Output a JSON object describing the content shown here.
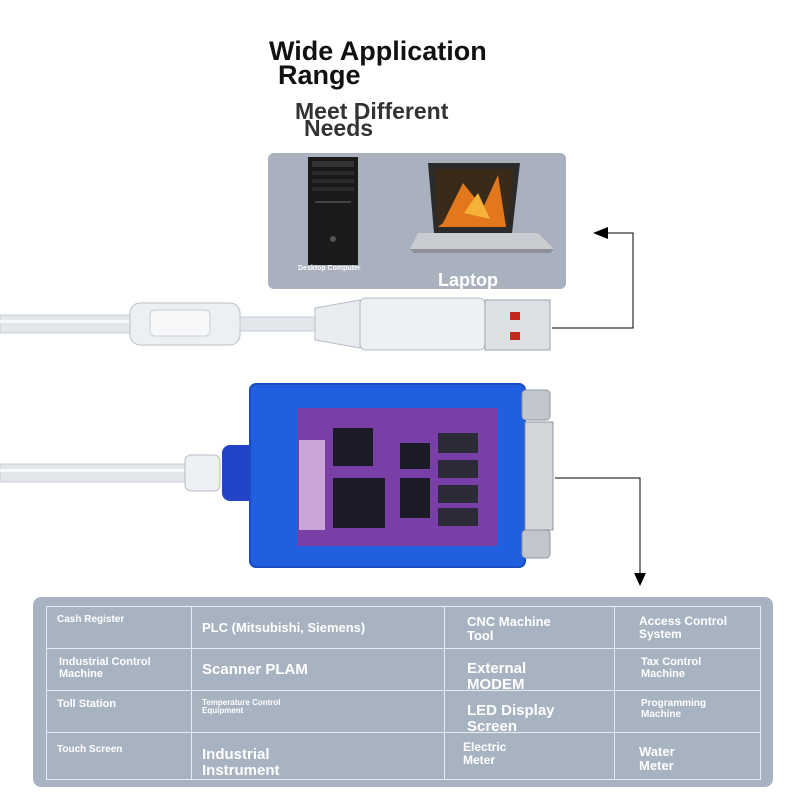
{
  "headline": {
    "line1": "Wide Application",
    "line2": "Range",
    "sub1": "Meet Different",
    "sub2": "Needs"
  },
  "devices": {
    "desktop_label": "Desktop Computer",
    "laptop_label": "Laptop"
  },
  "applications": [
    [
      "Cash Register",
      "PLC (Mitsubishi, Siemens)",
      "CNC Machine Tool",
      "Access Control System"
    ],
    [
      "Industrial Control Machine",
      "Scanner PLAM",
      "External MODEM",
      "Tax Control Machine"
    ],
    [
      "Toll Station",
      "Temperature Control Equipment",
      "LED Display Screen",
      "Programming Machine"
    ],
    [
      "Touch Screen",
      "Industrial Instrument",
      "Electric Meter",
      "Water Meter"
    ]
  ],
  "colors": {
    "panel": "#a8b3c2",
    "adapter_blue": "#1f5fe0",
    "pcb": "#7b3fa8",
    "cable": "#dfe3e8"
  }
}
